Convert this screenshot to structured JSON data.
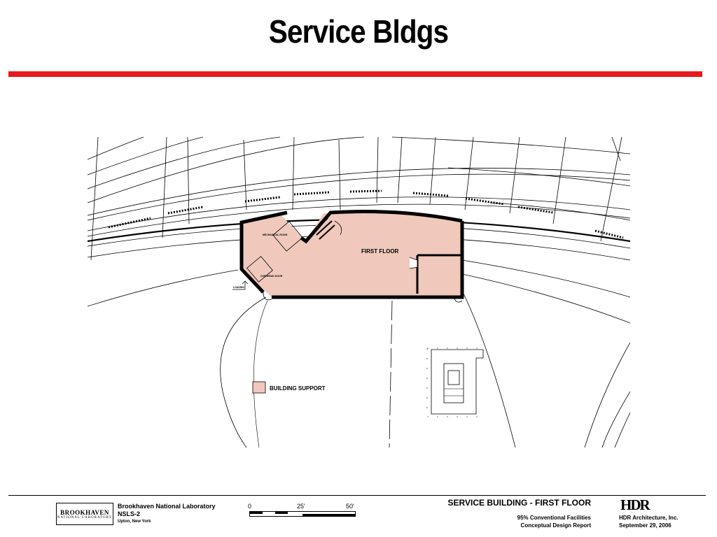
{
  "slide": {
    "title": "Service Bldgs"
  },
  "plan": {
    "room_label": "FIRST FLOOR",
    "small_label_1": "MECHANICAL ROOM",
    "small_label_2": "OVERHEAD DOOR",
    "small_label_3": "LOADING",
    "legend_label": "BUILDING SUPPORT",
    "building_fill": "#f0c8bc",
    "outline_color": "#000000"
  },
  "footer": {
    "bnl_logo_big": "BROOKHAVEN",
    "bnl_logo_small": "NATIONAL LABORATORY",
    "lab_name": "Brookhaven National Laboratory",
    "project": "NSLS-2",
    "location": "Upton, New York",
    "scale_0": "0",
    "scale_25": "25'",
    "scale_50": "50'",
    "sheet_title": "SERVICE BUILDING - FIRST FLOOR",
    "report_line1": "95% Conventional Facilities",
    "report_line2": "Conceptual Design Report",
    "hdr_logo": "HDR",
    "hdr_name": "HDR Architecture, Inc.",
    "hdr_date": "September 29, 2006"
  }
}
